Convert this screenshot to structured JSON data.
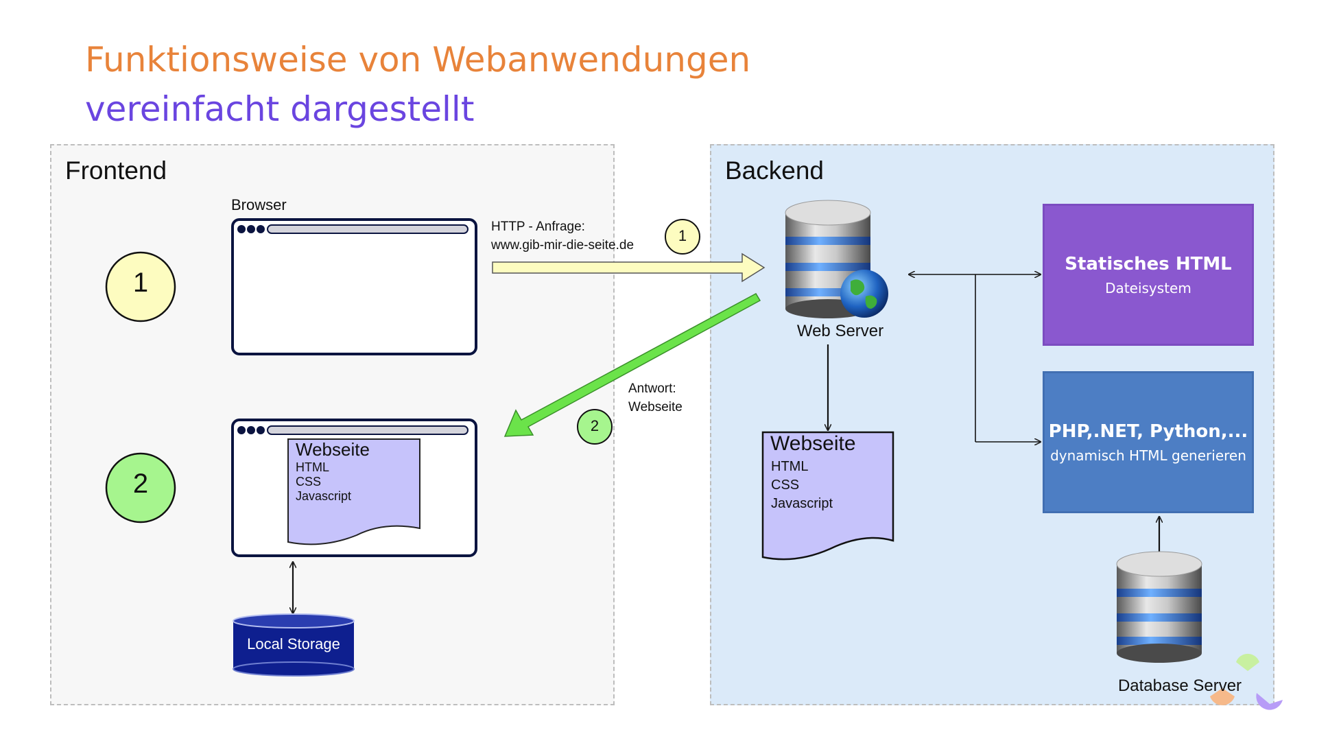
{
  "title": {
    "line1": "Funktionsweise von Webanwendungen",
    "line2": "vereinfacht dargestellt"
  },
  "frontend": {
    "label": "Frontend",
    "browser_label": "Browser",
    "step1": "1",
    "step2": "2",
    "webpage": {
      "title": "Webseite",
      "lines": [
        "HTML",
        "CSS",
        "Javascript"
      ]
    },
    "local_storage": "Local Storage"
  },
  "backend": {
    "label": "Backend",
    "web_server": "Web Server",
    "webpage": {
      "title": "Webseite",
      "lines": [
        "HTML",
        "CSS",
        "Javascript"
      ]
    },
    "static_box": {
      "title": "Statisches HTML",
      "subtitle": "Dateisystem"
    },
    "dynamic_box": {
      "title": "PHP,.NET, Python,...",
      "subtitle": "dynamisch HTML generieren"
    },
    "database_server": "Database Server"
  },
  "request": {
    "line1": "HTTP - Anfrage:",
    "line2": "www.gib-mir-die-seite.de",
    "badge": "1"
  },
  "response": {
    "line1": "Antwort:",
    "line2": "Webseite",
    "badge": "2"
  },
  "colors": {
    "title_orange": "#e8833a",
    "title_purple": "#6a45e0",
    "step1_fill": "#fdfcc0",
    "step2_fill": "#a6f58e",
    "request_arrow": "#fdfcc0",
    "response_arrow": "#6be34a",
    "webpage_doc": "#c6c3fb",
    "storage_fill": "#0e1f8f",
    "static_box": "#8a58cf",
    "dynamic_box": "#4d7ec4"
  }
}
